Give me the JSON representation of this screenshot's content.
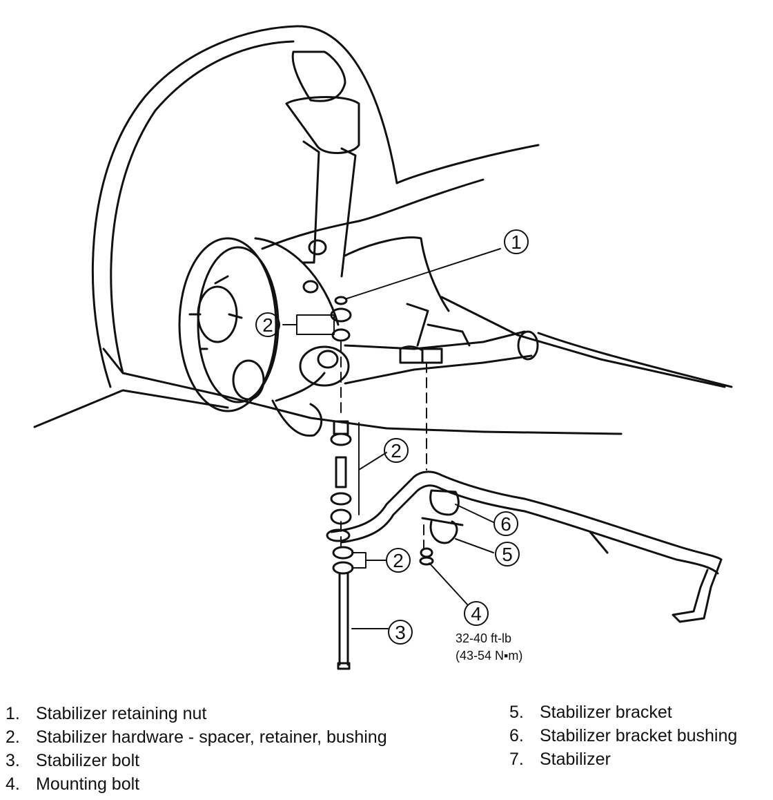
{
  "callouts": [
    "1",
    "2",
    "3",
    "4",
    "5",
    "6",
    "2",
    "2"
  ],
  "torque_spec": {
    "line1": "32-40 ft-lb",
    "line2": "(43-54 N▪m)"
  },
  "legend": {
    "left": [
      {
        "num": "1.",
        "text": "Stabilizer retaining nut"
      },
      {
        "num": "2.",
        "text": "Stabilizer hardware - spacer, retainer, bushing"
      },
      {
        "num": "3.",
        "text": "Stabilizer bolt"
      },
      {
        "num": "4.",
        "text": "Mounting bolt"
      }
    ],
    "right": [
      {
        "num": "5.",
        "text": "Stabilizer bracket"
      },
      {
        "num": "6.",
        "text": "Stabilizer bracket bushing"
      },
      {
        "num": "7.",
        "text": "Stabilizer"
      }
    ]
  }
}
